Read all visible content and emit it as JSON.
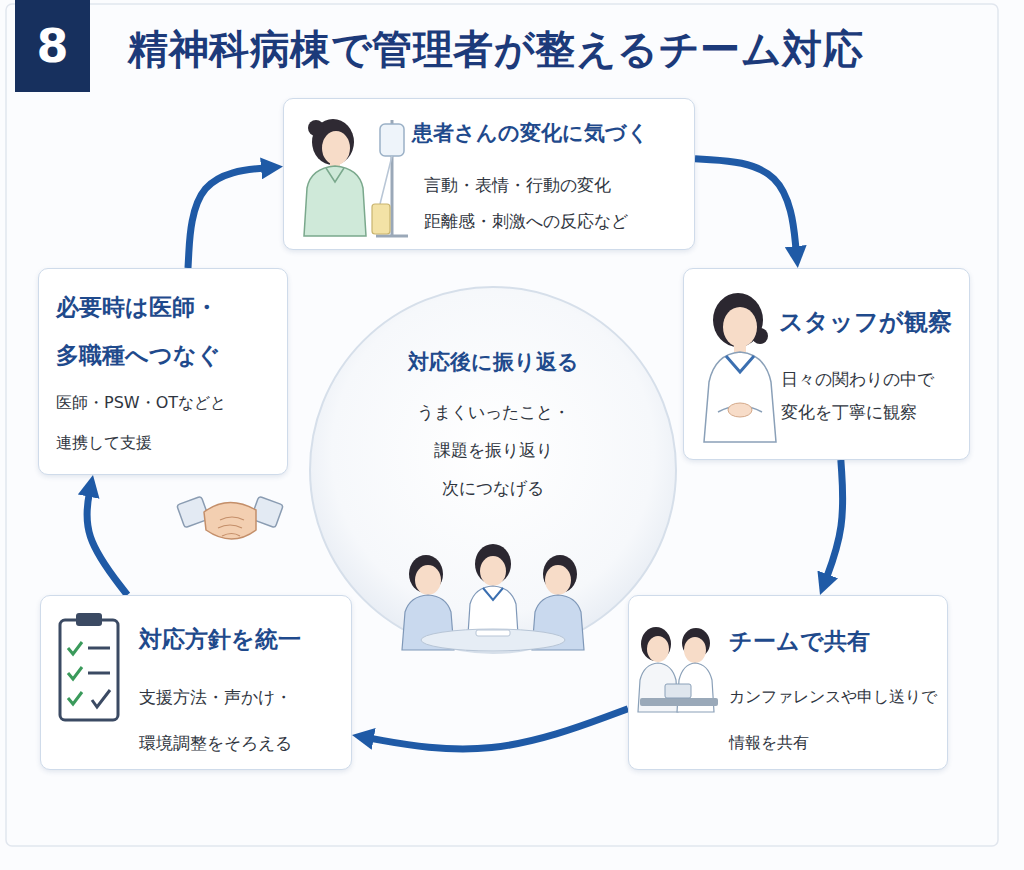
{
  "diagram": {
    "title": "精神科病棟で管理者が整えるチーム対応",
    "nodes": [
      {
        "text": [
          "患者さんの変化に気づく",
          "言動・表情・行動の変化 距離感・刺激への反応など"
        ]
      },
      {
        "text": [
          "スタッフが観察",
          "日々の関わりの中で 変化を丁寧に観察"
        ]
      },
      {
        "text": [
          "チームで共有",
          "カンファレンスや申し送りで 情報を共有"
        ]
      },
      {
        "text": [
          "対応方針を統一",
          "支援方法・声かけ・ 環境調整をそろえる"
        ]
      },
      {
        "text": [
          "必要時は医師・ 多職種へつなぐ",
          "医師・PSW・OTなどと 連携して支援"
        ]
      },
      {
        "text": [
          "対応後に振り返る",
          "うまくいったこと・ 課題を振り返り 次につなげる"
        ]
      }
    ],
    "edges": [
      {
        "from": 0,
        "to": 1,
        "arrow": "to"
      },
      {
        "from": 1,
        "to": 2,
        "arrow": "to"
      },
      {
        "from": 2,
        "to": 3,
        "arrow": "to"
      },
      {
        "from": 3,
        "to": 4,
        "arrow": "to"
      },
      {
        "from": 4,
        "to": 0,
        "arrow": "to"
      }
    ],
    "labels": [
      "8"
    ]
  }
}
